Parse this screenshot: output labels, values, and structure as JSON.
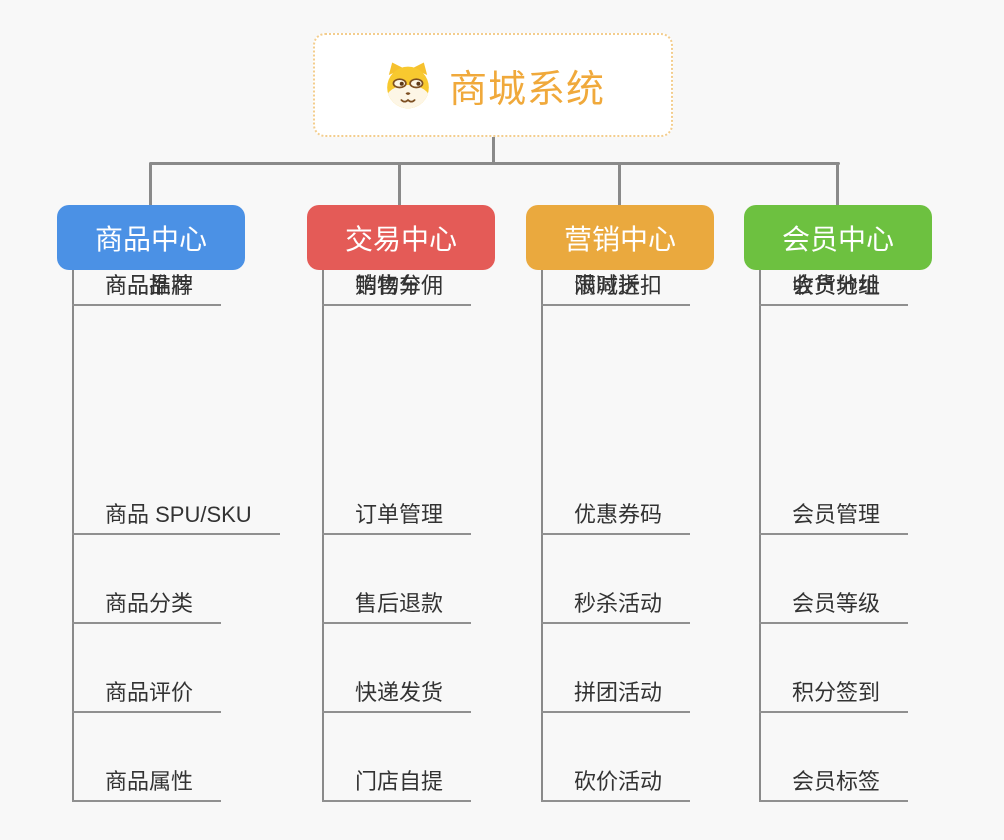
{
  "root": {
    "title": "商城系统",
    "icon": "dog-face-icon",
    "title_color": "#F0A93B",
    "border_color": "#F3CD8D"
  },
  "connector_color": "#8A8A8A",
  "background_color": "#F8F8F8",
  "branches": [
    {
      "label": "商品中心",
      "color": "#4B91E5",
      "children": [
        "商品 SPU/SKU",
        "商品分类",
        "商品评价",
        "商品属性",
        "商品推荐",
        "商品品牌"
      ]
    },
    {
      "label": "交易中心",
      "color": "#E45B57",
      "children": [
        "订单管理",
        "售后退款",
        "快递发货",
        "门店自提",
        "购物车",
        "销售分佣"
      ]
    },
    {
      "label": "营销中心",
      "color": "#EAA93E",
      "children": [
        "优惠券码",
        "秒杀活动",
        "拼团活动",
        "砍价活动",
        "限时折扣",
        "满减送"
      ]
    },
    {
      "label": "会员中心",
      "color": "#6DC140",
      "children": [
        "会员管理",
        "会员等级",
        "积分签到",
        "会员标签",
        "会员分组",
        "收货地址"
      ]
    }
  ]
}
